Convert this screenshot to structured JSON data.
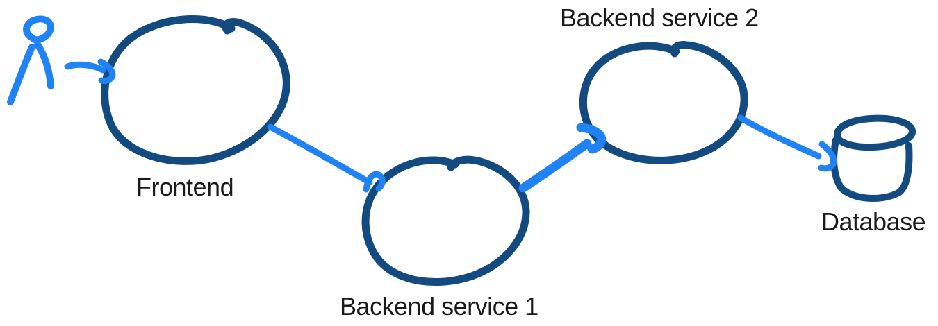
{
  "diagram": {
    "kind": "hand-drawn architecture sketch",
    "colors": {
      "node_outline": "#134a80",
      "connector": "#1f82f5",
      "actor": "#1f82f5",
      "label_text": "#1a1a1a",
      "background": "#ffffff"
    },
    "nodes": {
      "user": {
        "icon": "person-stick-figure-icon",
        "label": ""
      },
      "frontend": {
        "shape": "ellipse",
        "label": "Frontend"
      },
      "backend1": {
        "shape": "ellipse",
        "label": "Backend service 1"
      },
      "backend2": {
        "shape": "ellipse",
        "label": "Backend service 2"
      },
      "database": {
        "shape": "cylinder",
        "label": "Database"
      }
    },
    "edges": [
      {
        "from": "user",
        "to": "frontend"
      },
      {
        "from": "frontend",
        "to": "backend1"
      },
      {
        "from": "backend1",
        "to": "backend2"
      },
      {
        "from": "backend2",
        "to": "database"
      }
    ]
  }
}
